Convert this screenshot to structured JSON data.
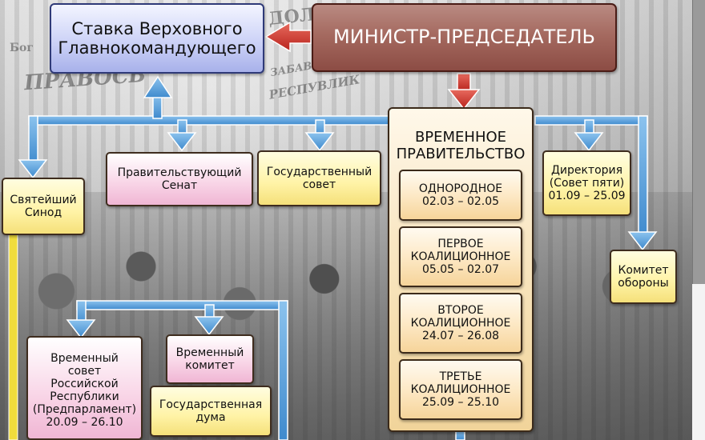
{
  "boxes": {
    "stavka": [
      "Ставка Верховного",
      "Главнокомандующего"
    ],
    "minister": "МИНИСТР-ПРЕДСЕДАТЕЛЬ",
    "government": [
      "ВРЕМЕННОЕ",
      "ПРАВИТЕЛЬСТВО"
    ],
    "sinod": [
      "Святейший",
      "Синод"
    ],
    "senat": [
      "Правительствующий",
      "Сенат"
    ],
    "gossovet": [
      "Государственный",
      "совет"
    ],
    "directoria": [
      "Директория",
      "(Совет пяти)",
      "01.09 – 25.09"
    ],
    "komitet_oborony": [
      "Комитет",
      "обороны"
    ],
    "predparlament": [
      "Временный",
      "совет",
      "Российской",
      "Республики",
      "(Предпарламент)",
      "20.09 – 26.10"
    ],
    "vremenny_komitet": [
      "Временный",
      "комитет"
    ],
    "gosduma": [
      "Государственная",
      "дума"
    ]
  },
  "cabinets": [
    {
      "name": "ОДНОРОДНОЕ",
      "dates": "02.03 – 02.05"
    },
    {
      "name_lines": [
        "ПЕРВОЕ",
        "КОАЛИЦИОННОЕ"
      ],
      "dates": "05.05 – 02.07"
    },
    {
      "name_lines": [
        "ВТОРОЕ",
        "КОАЛИЦИОННОЕ"
      ],
      "dates": "24.07 – 26.08"
    },
    {
      "name_lines": [
        "ТРЕТЬЕ",
        "КОАЛИЦИОННОЕ"
      ],
      "dates": "25.09 – 25.10"
    }
  ],
  "photo_signs": [
    "ДОЛ",
    "Бог",
    "ПРАВОСЬ",
    "ЗАБАВСТ",
    "РЕСПУВЛИК"
  ],
  "colors": {
    "connector_blue": "#5aa3dd",
    "connector_red": "#d2413a",
    "connector_yellow": "#f0dc3c"
  }
}
